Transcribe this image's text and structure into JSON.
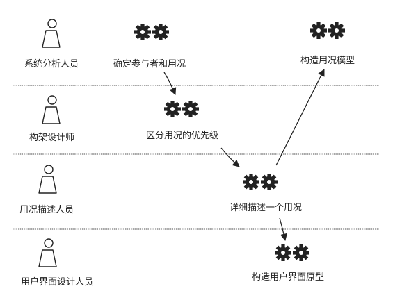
{
  "lanes": [
    {
      "actor": "系统分析人员"
    },
    {
      "actor": "构架设计师"
    },
    {
      "actor": "用况描述人员"
    },
    {
      "actor": "用户界面设计人员"
    }
  ],
  "activities": {
    "find_actors": "确定参与者和用况",
    "structure_model": "构造用况模型",
    "prioritize": "区分用况的优先级",
    "detail": "详细描述一个用况",
    "prototype_ui": "构造用户界面原型"
  },
  "icons": {
    "actor": "worker-icon",
    "activity": "gears-icon"
  },
  "colors": {
    "ink": "#222222",
    "lane_divider": "#8a8a8a"
  }
}
